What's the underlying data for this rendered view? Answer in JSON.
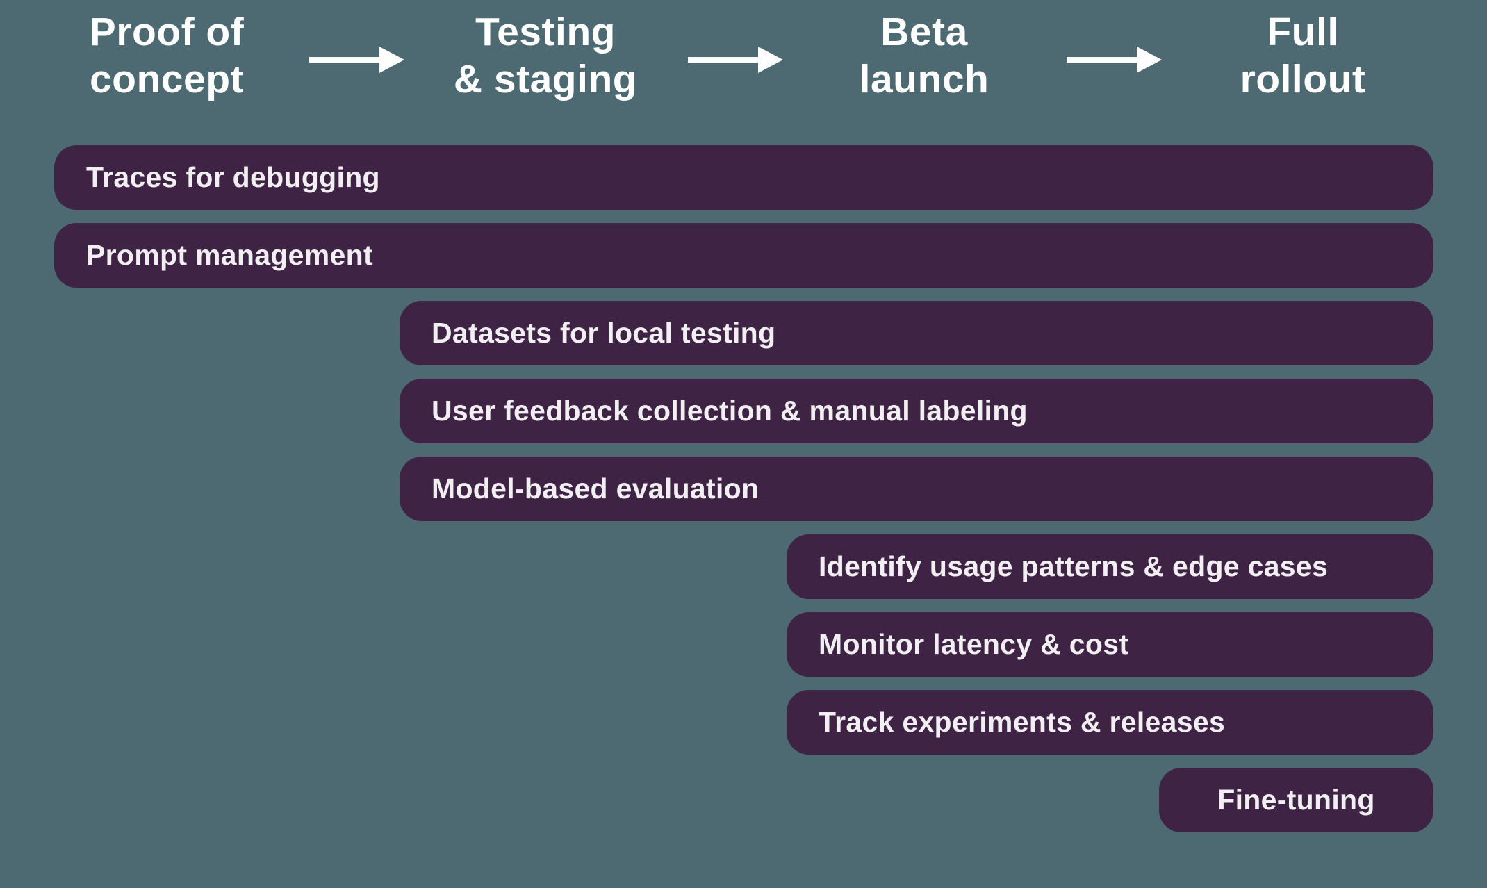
{
  "colors": {
    "background": "#4D6972",
    "bar": "#3E2345",
    "text": "#F2EFF2",
    "heading": "#FFFFFF",
    "arrow": "#FFFFFF"
  },
  "stages": [
    {
      "name": "Proof of concept",
      "line1": "Proof of",
      "line2": "concept"
    },
    {
      "name": "Testing & staging",
      "line1": "Testing",
      "line2": "& staging"
    },
    {
      "name": "Beta launch",
      "line1": "Beta",
      "line2": "launch"
    },
    {
      "name": "Full rollout",
      "line1": "Full",
      "line2": "rollout"
    }
  ],
  "bars": [
    {
      "label": "Traces for debugging",
      "start_stage": "Proof of concept",
      "end_stage": "Full rollout"
    },
    {
      "label": "Prompt management",
      "start_stage": "Proof of concept",
      "end_stage": "Full rollout"
    },
    {
      "label": "Datasets for local testing",
      "start_stage": "Testing & staging",
      "end_stage": "Full rollout"
    },
    {
      "label": "User feedback collection & manual labeling",
      "start_stage": "Testing & staging",
      "end_stage": "Full rollout"
    },
    {
      "label": "Model-based evaluation",
      "start_stage": "Testing & staging",
      "end_stage": "Full rollout"
    },
    {
      "label": "Identify usage patterns & edge cases",
      "start_stage": "Beta launch",
      "end_stage": "Full rollout"
    },
    {
      "label": "Monitor latency & cost",
      "start_stage": "Beta launch",
      "end_stage": "Full rollout"
    },
    {
      "label": "Track experiments & releases",
      "start_stage": "Beta launch",
      "end_stage": "Full rollout"
    },
    {
      "label": "Fine-tuning",
      "start_stage": "Full rollout",
      "end_stage": "Full rollout"
    }
  ]
}
